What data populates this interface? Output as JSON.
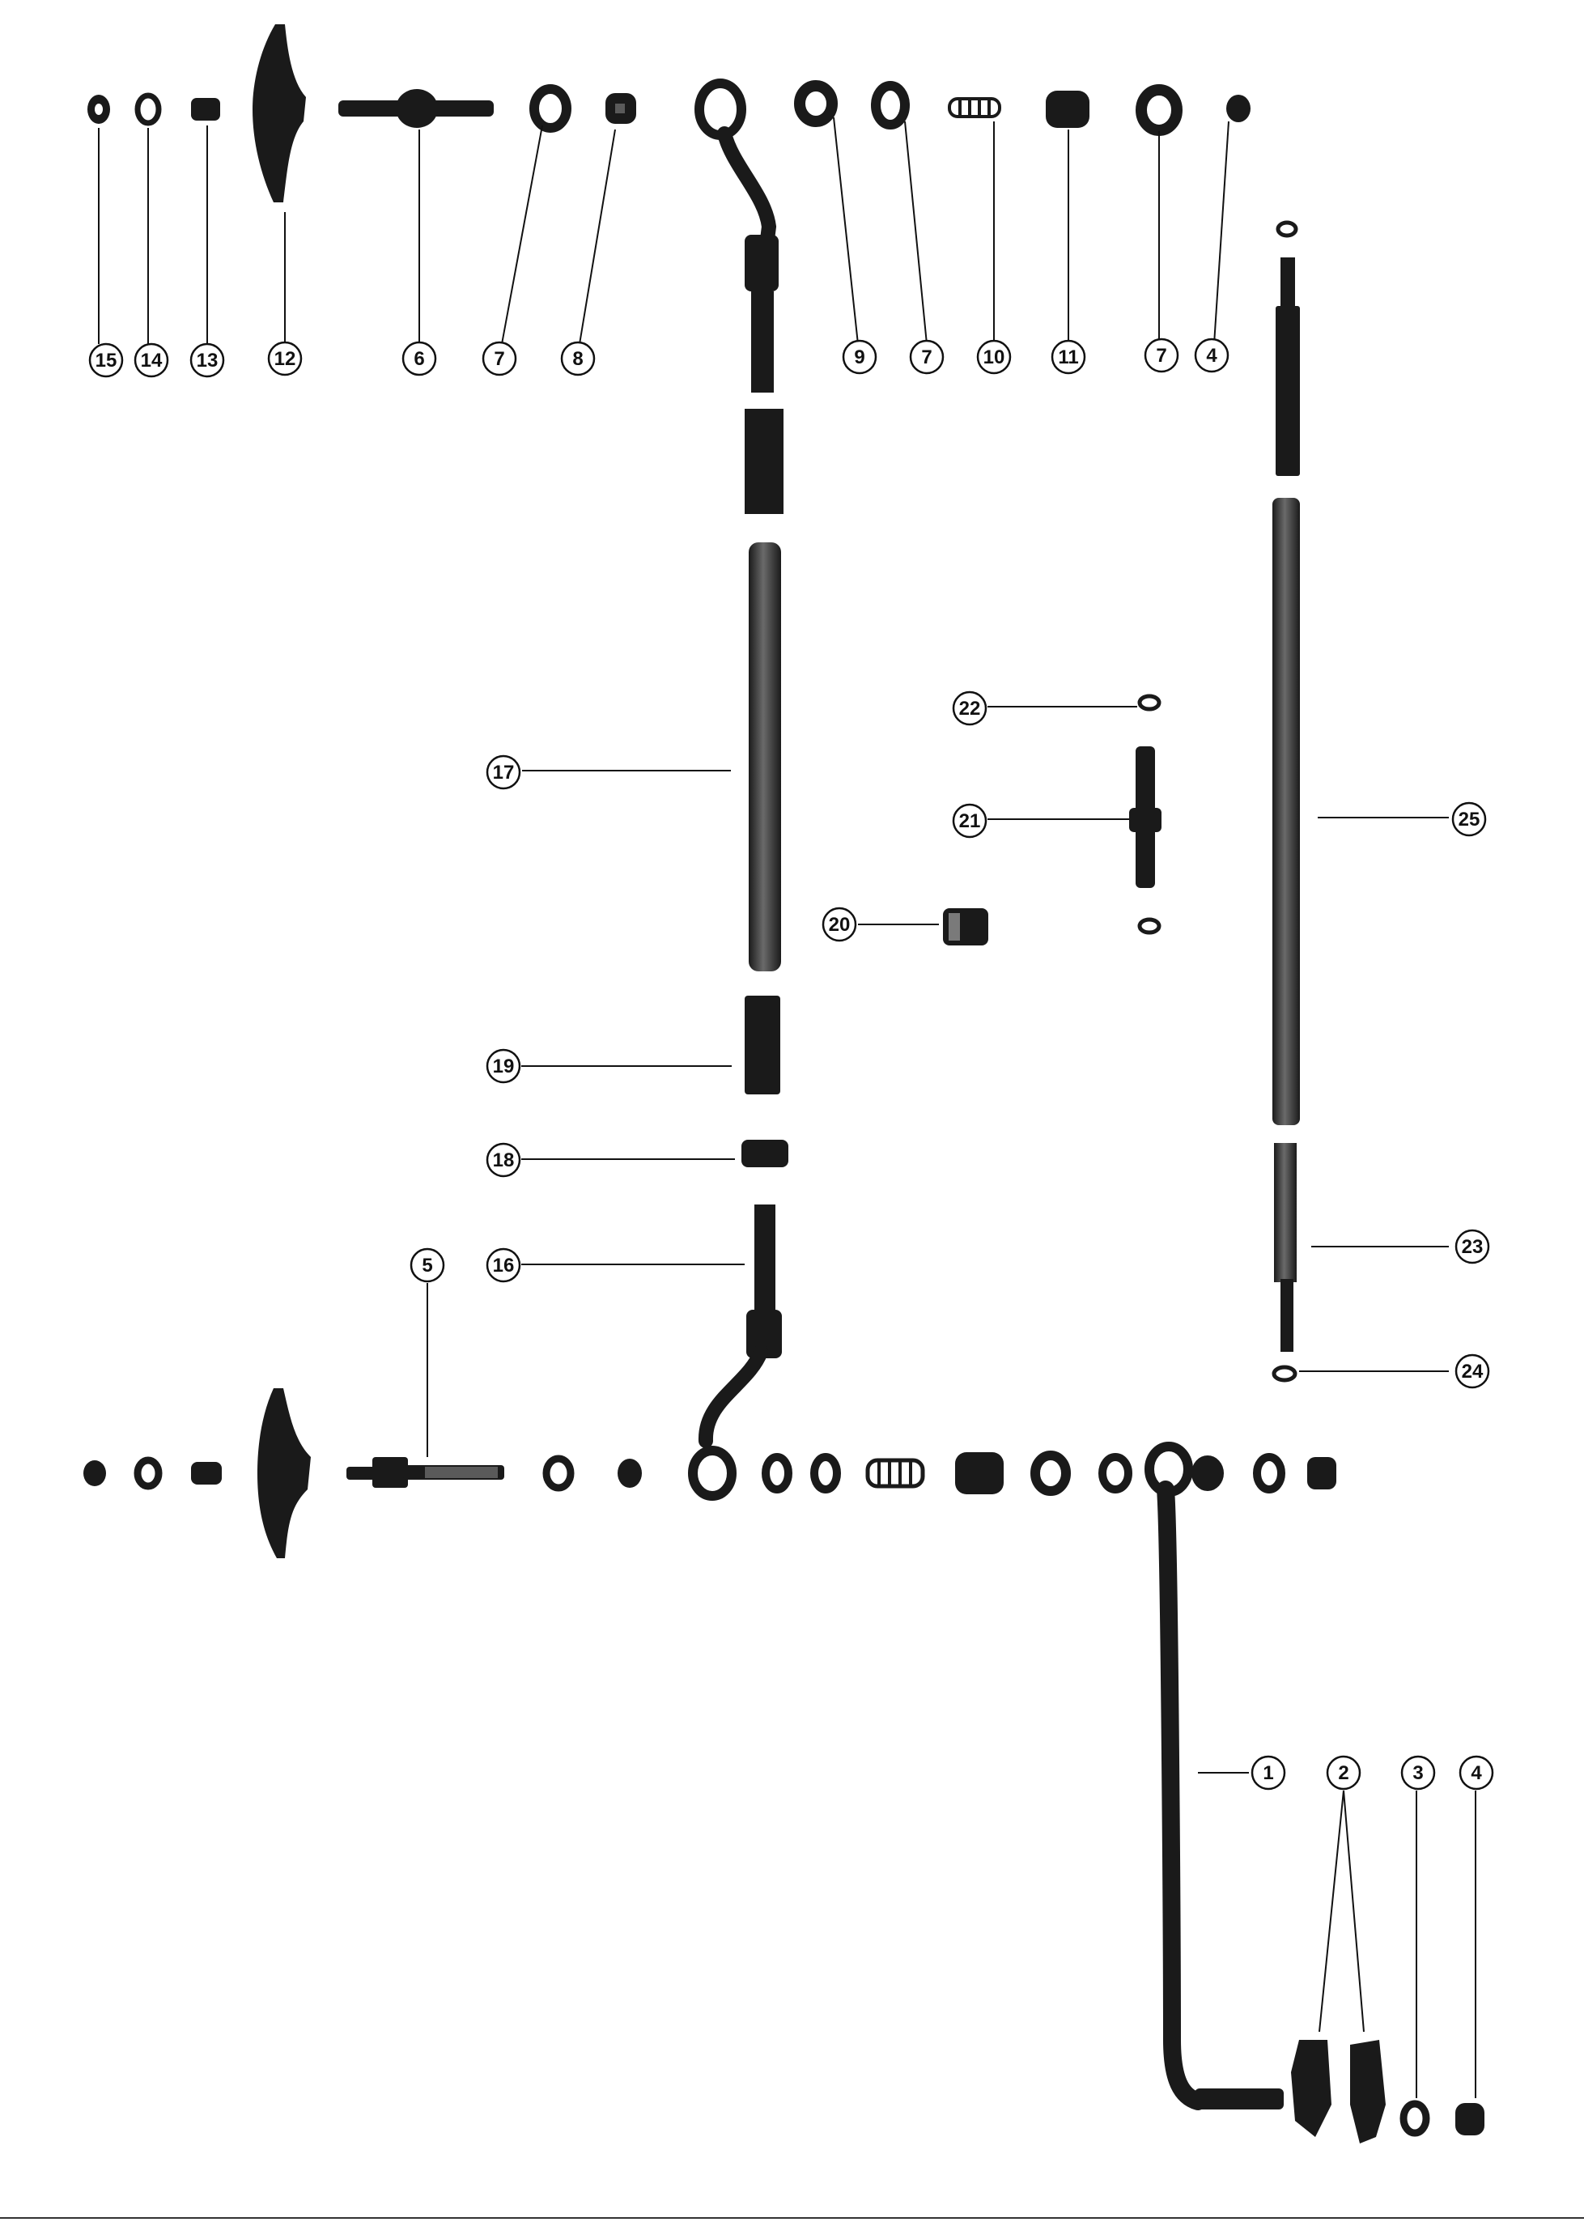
{
  "colors": {
    "ink": "#111111",
    "part": "#1a1a1a",
    "part_highlight": "#6a6a6a",
    "background": "#ffffff"
  },
  "callouts": [
    {
      "label": "15"
    },
    {
      "label": "14"
    },
    {
      "label": "13"
    },
    {
      "label": "12"
    },
    {
      "label": "6"
    },
    {
      "label": "7"
    },
    {
      "label": "8"
    },
    {
      "label": "9"
    },
    {
      "label": "7"
    },
    {
      "label": "10"
    },
    {
      "label": "11"
    },
    {
      "label": "7"
    },
    {
      "label": "4"
    },
    {
      "label": "17"
    },
    {
      "label": "22"
    },
    {
      "label": "21"
    },
    {
      "label": "25"
    },
    {
      "label": "20"
    },
    {
      "label": "19"
    },
    {
      "label": "18"
    },
    {
      "label": "5"
    },
    {
      "label": "16"
    },
    {
      "label": "23"
    },
    {
      "label": "24"
    },
    {
      "label": "1"
    },
    {
      "label": "2"
    },
    {
      "label": "3"
    },
    {
      "label": "4"
    }
  ]
}
